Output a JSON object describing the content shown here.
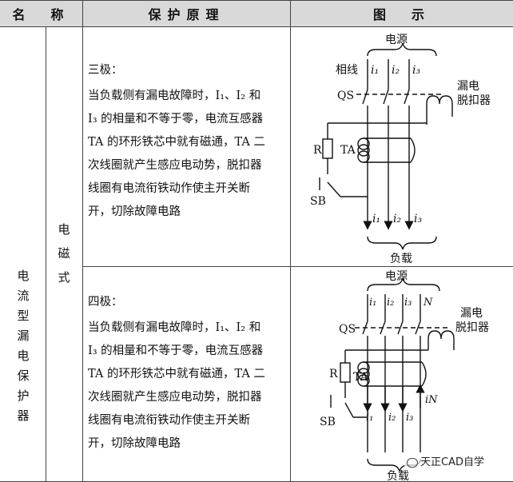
{
  "table": {
    "headers": [
      "名　称",
      "保护原理",
      "图　示"
    ],
    "name_main": [
      "电",
      "流",
      "型",
      "漏",
      "电",
      "保",
      "护",
      "器"
    ],
    "name_sub": [
      "电",
      "磁",
      "式"
    ],
    "rows": [
      {
        "title": "三极：",
        "lines": [
          "当负载侧有漏电故障时，I₁、I₂ 和",
          "I₃ 的相量和不等于零，电流互感器",
          "TA 的环形铁芯中就有磁通，TA 二",
          "次线圈就产生感应电动势，脱扣器",
          "线圈有电流衔铁动作使主开关断",
          "开，切除故障电路"
        ],
        "diagram": {
          "source": "电源",
          "phase": "相线",
          "qs": "QS",
          "trip": [
            "漏电",
            "脱扣器"
          ],
          "r": "R",
          "ta": "TA",
          "sb": "SB",
          "load": "负载",
          "currents_top": [
            "i₁",
            "i₂",
            "i₃"
          ],
          "currents_bottom": [
            "i₁",
            "i₂",
            "i₃"
          ]
        }
      },
      {
        "title": "四极：",
        "lines": [
          "当负载侧有漏电故障时，I₁、I₂ 和",
          "I₃ 的相量和不等于零，电流互感器",
          "TA 的环形铁芯中就有磁通，TA 二",
          "次线圈就产生感应电动势，脱扣器",
          "线圈有电流衔铁动作使主开关断",
          "开，切除故障电路"
        ],
        "diagram": {
          "source": "电源",
          "qs": "QS",
          "trip": [
            "漏电",
            "脱扣器"
          ],
          "r": "R",
          "ta": "TA",
          "sb": "SB",
          "load": "负载",
          "currents_top": [
            "i₁",
            "i₂",
            "i₃",
            "N"
          ],
          "currents_bottom": [
            "i₁",
            "i₂",
            "i₃"
          ],
          "neutral_current": "iN"
        }
      }
    ]
  },
  "watermark": "天正CAD自学"
}
